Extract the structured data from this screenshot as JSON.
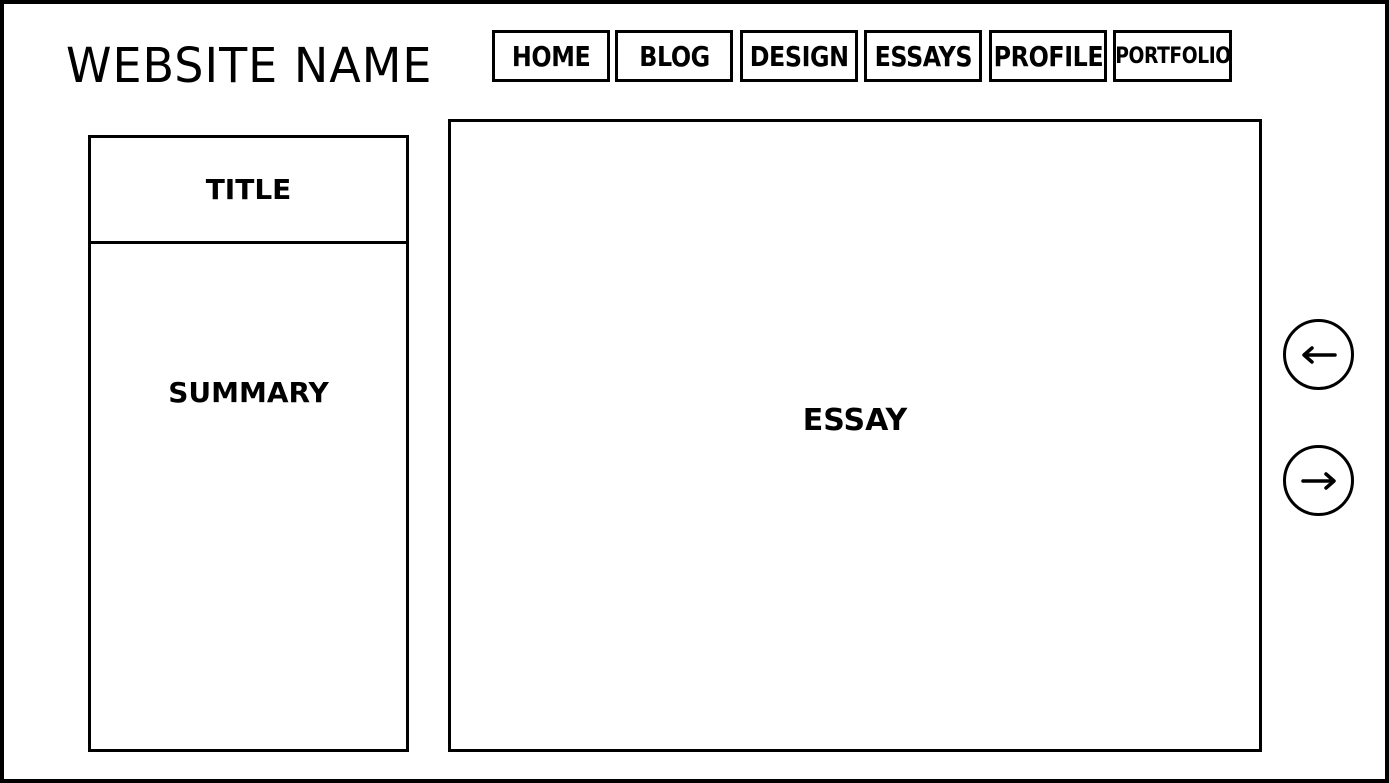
{
  "header": {
    "site_name": "WEBSITE NAME"
  },
  "nav": {
    "items": [
      {
        "label": "HOME"
      },
      {
        "label": "BLOG"
      },
      {
        "label": "DESIGN"
      },
      {
        "label": "ESSAYS"
      },
      {
        "label": "PROFILE"
      },
      {
        "label": "PORTFOLIO"
      }
    ]
  },
  "sidebar": {
    "title": "TITLE",
    "summary": "SUMMARY"
  },
  "main": {
    "content_label": "ESSAY"
  },
  "pager": {
    "prev_icon": "arrow-left-icon",
    "next_icon": "arrow-right-icon"
  },
  "colors": {
    "stroke": "#000000",
    "background": "#ffffff"
  }
}
